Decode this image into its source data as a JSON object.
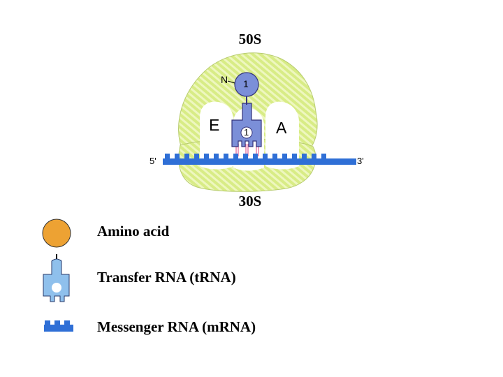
{
  "diagram": {
    "subunits": {
      "large": "50S",
      "small": "30S"
    },
    "sites": {
      "e": "E",
      "a": "A"
    },
    "mrna_ends": {
      "five_prime": "5'",
      "three_prime": "3'"
    },
    "nterm_label": "N",
    "amino_acid_number": "1",
    "trna_number": "1"
  },
  "legend": {
    "items": [
      {
        "label": "Amino acid",
        "icon": "amino-acid-icon"
      },
      {
        "label": "Transfer RNA (tRNA)",
        "icon": "trna-icon"
      },
      {
        "label": "Messenger RNA (mRNA)",
        "icon": "mrna-icon"
      }
    ]
  },
  "colors": {
    "ribosome_fill": "#d8ec86",
    "ribosome_stripe": "#eef7bf",
    "trna_fill": "#7b8fd8",
    "trna_outline": "#33337a",
    "mrna": "#2f6fd6",
    "amino_acid": "#eda233",
    "legend_trna": "#8fc0ec"
  }
}
